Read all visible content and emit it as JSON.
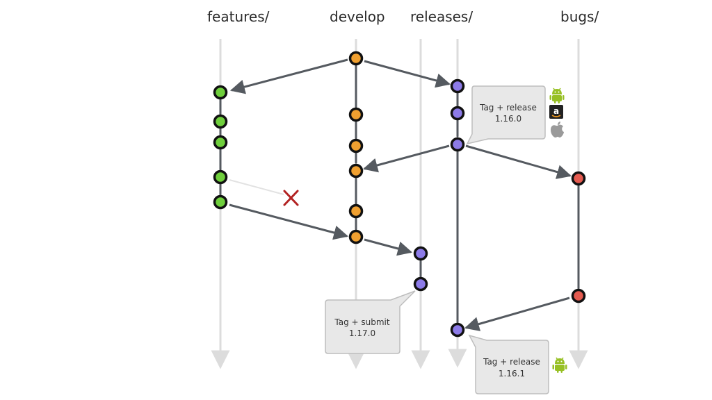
{
  "lanes": [
    {
      "key": "features",
      "label": "features/"
    },
    {
      "key": "develop",
      "label": "develop"
    },
    {
      "key": "releases",
      "label": "releases/"
    },
    {
      "key": "bugs",
      "label": "bugs/"
    }
  ],
  "callouts": {
    "release_1160": {
      "line1": "Tag + release",
      "line2": "1.16.0",
      "platforms": [
        "android-icon",
        "amazon-icon",
        "apple-icon"
      ]
    },
    "submit_1170": {
      "line1": "Tag + submit",
      "line2": "1.17.0"
    },
    "release_1161": {
      "line1": "Tag + release",
      "line2": "1.16.1",
      "platforms": [
        "android-icon"
      ]
    }
  },
  "colors": {
    "feature_commit": "#6fcf3c",
    "develop_commit": "#f0a030",
    "release_commit": "#8d7be8",
    "bug_commit": "#e55b50",
    "lane_line": "#dcdcdc",
    "edge": "#555a60",
    "discarded": "#b22222",
    "callout_bg": "#e8e8e8",
    "android": "#97c024"
  }
}
